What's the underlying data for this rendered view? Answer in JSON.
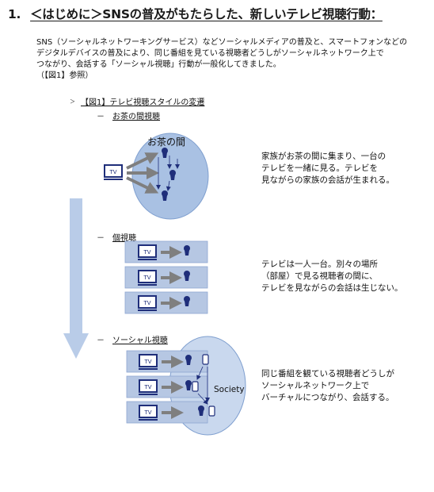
{
  "heading": {
    "number": "1.",
    "text": "＜はじめに＞SNSの普及がもたらした、新しいテレビ視聴行動："
  },
  "intro": {
    "lines": [
      "SNS（ソーシャルネットワーキングサービス）などソーシャルメディアの普及と、スマートフォンなどの",
      "デジタルデバイスの普及により、同じ番組を見ている視聴者どうしがソーシャルネットワーク上で",
      "つながり、会話する「ソーシャル視聴」行動が一般化してきました。",
      "（【図1】参照）"
    ]
  },
  "figure": {
    "bullet": "＞",
    "title": "【図1】テレビ視聴スタイルの変遷",
    "dash": "－",
    "sections": [
      {
        "label": "お茶の間視聴",
        "circle_label": "お茶の間",
        "tv_label": "TV",
        "description": [
          "家族がお茶の間に集まり、一台の",
          "テレビを一緒に見る。テレビを",
          "見ながらの家族の会話が生まれる。"
        ]
      },
      {
        "label": "個視聴",
        "tv_label": "TV",
        "description": [
          "テレビは一人一台。別々の場所",
          "（部屋）で見る視聴者の間に、",
          "テレビを見ながらの会話は生じない。"
        ]
      },
      {
        "label": "ソーシャル視聴",
        "tv_label": "TV",
        "circle_label": "Society",
        "description": [
          "同じ番組を観ている視聴者どうしが",
          "ソーシャルネットワーク上で",
          "バーチャルにつながり、会話する。"
        ]
      }
    ]
  },
  "colors": {
    "navy": "#1f2e7a",
    "circle_fill": "#a9c1e3",
    "circle_stroke": "#7f9fcf",
    "box_fill": "#b6c7e3",
    "arrow_gray": "#7f7f7f",
    "timeline_arrow": "#b9cce8"
  }
}
